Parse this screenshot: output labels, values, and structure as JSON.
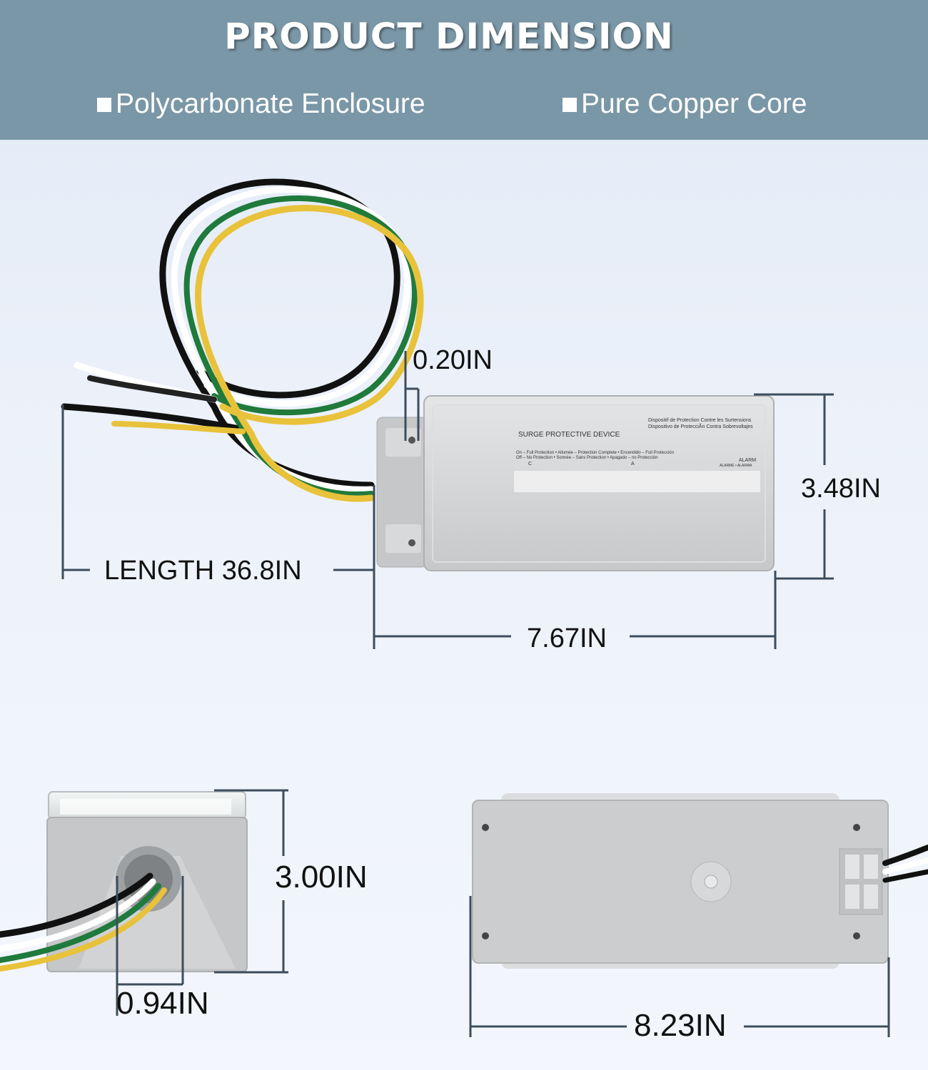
{
  "header": {
    "title": "PRODUCT DIMENSION",
    "features": [
      "Polycarbonate Enclosure",
      "Pure Copper Core"
    ]
  },
  "device_label": {
    "title": "SURGE PROTECTIVE DEVICE",
    "line_fr": "Dispositif de Protection Contre les Surtensions",
    "line_es": "Dispositivo de ProtecciÃn Contra Sobrevoltajes",
    "status_on": "On – Full Protection • Allumée – Protection Complete • Encendido – Full Protección",
    "status_off": "Off – No Protection • Sonnée – Sans Protection • Apagado – no Protección",
    "alarm": "ALARM",
    "alarm_sub": "ALARME • ALARMA",
    "phase_c": "C",
    "phase_a": "A"
  },
  "dimensions": {
    "mount_offset": "0.20IN",
    "height": "3.48IN",
    "wire_length": "LENGTH 36.8IN",
    "body_length": "7.67IN",
    "side_height": "3.00IN",
    "hole_offset": "0.94IN",
    "base_length": "8.23IN"
  },
  "colors": {
    "header_bg": "#7a97a7",
    "enclosure": "#cfd1d3",
    "dimension_line": "#3d4d5c",
    "wire_yellow": "#e8c23a",
    "wire_green": "#1f7a3c"
  }
}
